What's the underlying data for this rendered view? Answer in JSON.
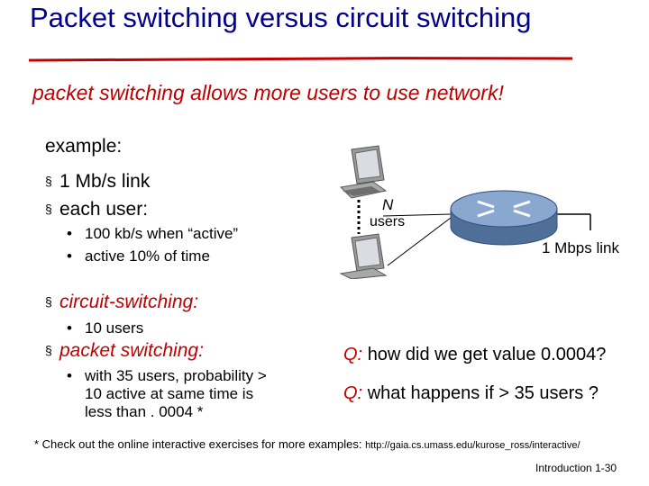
{
  "slide": {
    "title": "Packet switching versus circuit switching",
    "subtitle": "packet switching allows more users to use network!",
    "example_label": "example:",
    "bullets_main": [
      "1 Mb/s link",
      "each user:"
    ],
    "bullets_sub": [
      "100 kb/s when “active”",
      "active 10% of time"
    ],
    "circuit_label": "circuit-switching:",
    "circuit_sub": "10 users",
    "packet_label": "packet switching:",
    "packet_sub": [
      "with 35 users, probability >",
      "10 active at same time is",
      "less than . 0004 *"
    ],
    "q_label": "Q:",
    "questions": [
      "how did we get value 0.0004?",
      "what happens if > 35 users ?"
    ],
    "footnote": "* Check out the online interactive exercises for more examples: ",
    "footnote_url": "http://gaia.cs.umass.edu/kurose_ross/interactive/",
    "footer_section": "Introduction",
    "footer_page": "1-30"
  },
  "diagram": {
    "n_label": "N",
    "users_label": "users",
    "link_label": "1 Mbps link",
    "icons": [
      "computer-icon",
      "router-icon"
    ],
    "colors": {
      "title": "#00008b",
      "accent": "#c00000",
      "router": "#6d8db8"
    }
  }
}
